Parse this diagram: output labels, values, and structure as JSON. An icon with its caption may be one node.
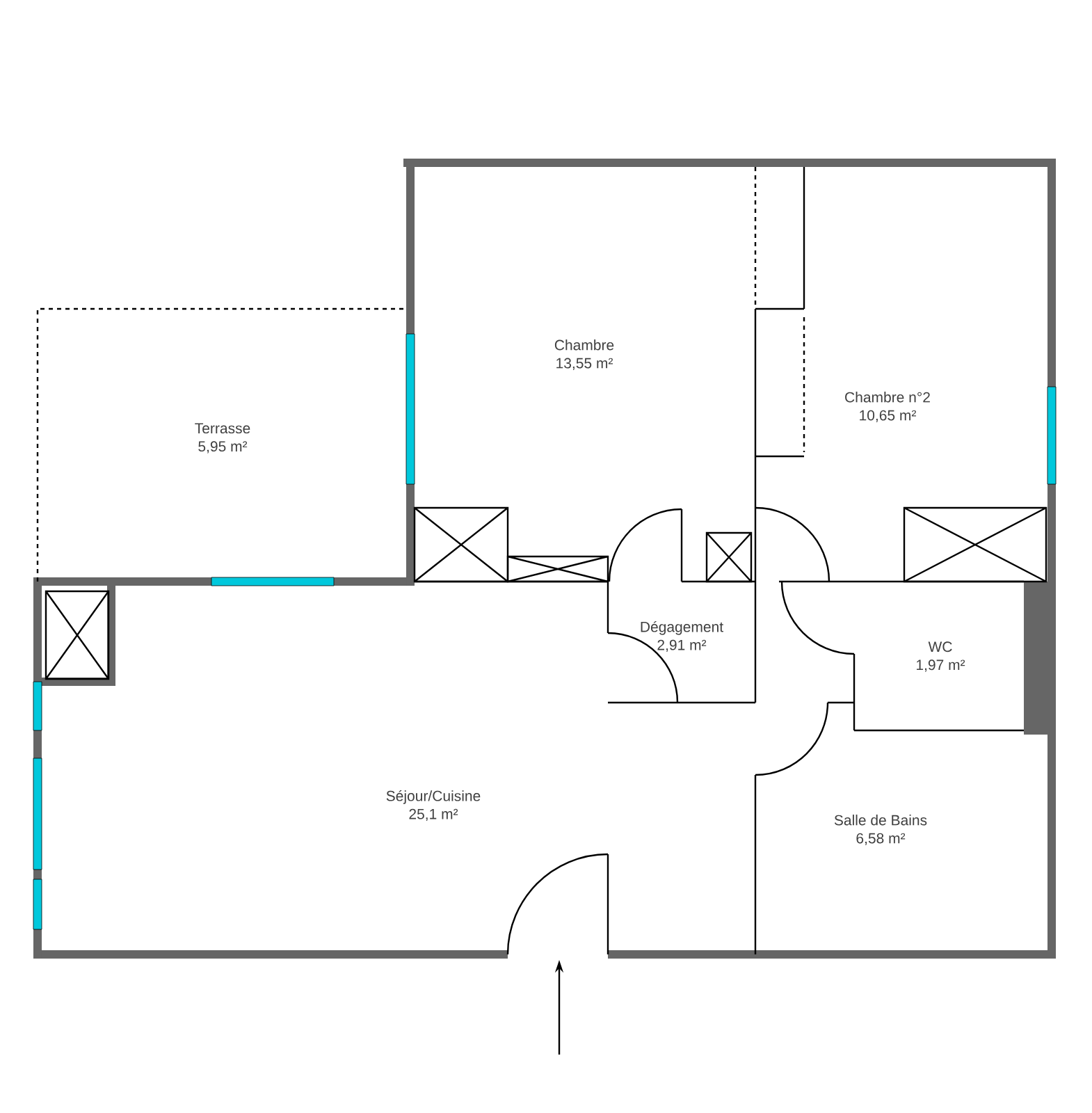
{
  "diagram": {
    "nodes": [
      {
        "text": [
          "Terrasse",
          "5,95 m²"
        ]
      },
      {
        "text": [
          "Chambre",
          "13,55 m²"
        ]
      },
      {
        "text": [
          "Chambre n°2",
          "10,65 m²"
        ]
      },
      {
        "text": [
          "Dégagement",
          "2,91 m²"
        ]
      },
      {
        "text": [
          "WC",
          "1,97 m²"
        ]
      },
      {
        "text": [
          "Séjour/Cuisine",
          "25,1 m²"
        ]
      },
      {
        "text": [
          "Salle de Bains",
          "6,58 m²"
        ]
      }
    ]
  }
}
